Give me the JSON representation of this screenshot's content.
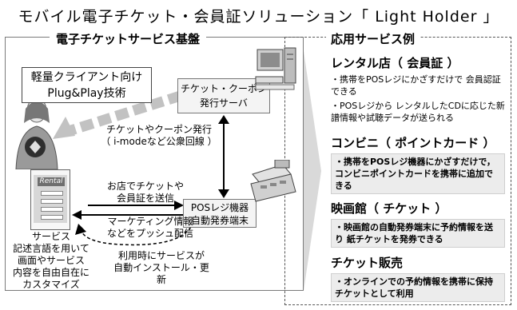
{
  "title": "モバイル電子チケット・会員証ソリューション「 Light Holder 」",
  "left_panel": {
    "title": "電子チケットサービス基盤",
    "callout_lines": [
      "軽量クライアント向け",
      "Plug&Play技術"
    ],
    "server_lines": [
      "チケット・クーポン",
      "発行サーバ"
    ],
    "issue_lines": [
      "チケットやクーポン発行",
      "（ i-modeなど公衆回線 ）"
    ],
    "store_lines": [
      "お店でチケットや",
      "会員証を送信"
    ],
    "pos_lines": [
      "POSレジ機器",
      "自動発券端末"
    ],
    "marketing_lines": [
      "マーケティング情報",
      "などをプッシュ配信"
    ],
    "auto_lines": [
      "利用時にサービスが",
      "自動インストール・更新"
    ],
    "service_lines": [
      "サービス",
      "記述言語を用いて",
      "画面やサービス",
      "内容を自由自在に",
      "カスタマイズ"
    ],
    "phone_brand": "Rental"
  },
  "right_panel": {
    "title": "応用サービス例",
    "services": [
      {
        "title": "レンタル店（ 会員証 ）",
        "items": [
          "・携帯をPOSレジにかざすだけで 会員認証できる",
          "・POSレジから レンタルしたCDに応じた新譜情報や試聴データが送られる"
        ]
      },
      {
        "title": "コンビニ（ ポイントカード ）",
        "items": [
          "・携帯をPOSレジ機器にかざすだけで，コンビニポイントカードを携帯に追加できる"
        ]
      },
      {
        "title": "映画館（ チケット ）",
        "items": [
          "・映画館の自動発券端末に予約情報を送り 紙チケットを発券できる"
        ]
      },
      {
        "title": "チケット販売",
        "items": [
          "・オンラインでの予約情報を携帯に保持 チケットとして利用"
        ]
      }
    ]
  }
}
